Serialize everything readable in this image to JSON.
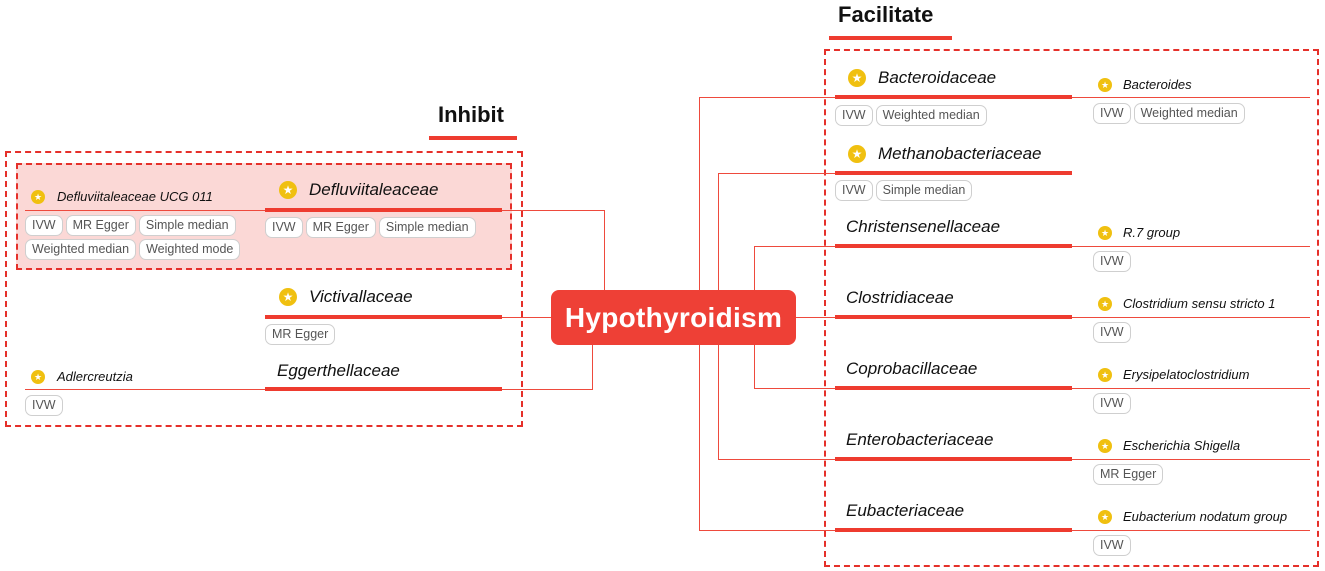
{
  "headings": {
    "facilitate": "Facilitate",
    "inhibit": "Inhibit"
  },
  "center": {
    "label": "Hypothyroidism"
  },
  "inhibit": {
    "defluviitaleaceae": {
      "family": "Defluviitaleaceae",
      "family_methods": [
        "IVW",
        "MR Egger",
        "Simple median"
      ],
      "genus": "Defluviitaleaceae UCG 011",
      "genus_methods": [
        "IVW",
        "MR Egger",
        "Simple median",
        "Weighted median",
        "Weighted mode"
      ]
    },
    "victivallaceae": {
      "family": "Victivallaceae",
      "family_methods": [
        "MR Egger"
      ]
    },
    "eggerthellaceae": {
      "family": "Eggerthellaceae",
      "genus": "Adlercreutzia",
      "genus_methods": [
        "IVW"
      ]
    }
  },
  "facilitate": {
    "bacteroidaceae": {
      "family": "Bacteroidaceae",
      "family_methods": [
        "IVW",
        "Weighted median"
      ],
      "genus": "Bacteroides",
      "genus_methods": [
        "IVW",
        "Weighted median"
      ]
    },
    "methanobacteriaceae": {
      "family": "Methanobacteriaceae",
      "family_methods": [
        "IVW",
        "Simple median"
      ]
    },
    "christensenellaceae": {
      "family": "Christensenellaceae",
      "genus": "R.7 group",
      "genus_methods": [
        "IVW"
      ]
    },
    "clostridiaceae": {
      "family": "Clostridiaceae",
      "genus": "Clostridium sensu stricto 1",
      "genus_methods": [
        "IVW"
      ]
    },
    "coprobacillaceae": {
      "family": "Coprobacillaceae",
      "genus": "Erysipelatoclostridium",
      "genus_methods": [
        "IVW"
      ]
    },
    "enterobacteriaceae": {
      "family": "Enterobacteriaceae",
      "genus": "Escherichia Shigella",
      "genus_methods": [
        "MR Egger"
      ]
    },
    "eubacteriaceae": {
      "family": "Eubacteriaceae",
      "genus": "Eubacterium nodatum group",
      "genus_methods": [
        "IVW"
      ]
    }
  },
  "colors": {
    "accent": "#ee3b2f",
    "star": "#f0c010",
    "inhibit_fill": "#fbd8d6"
  },
  "icons": {
    "significant": "star-icon"
  }
}
